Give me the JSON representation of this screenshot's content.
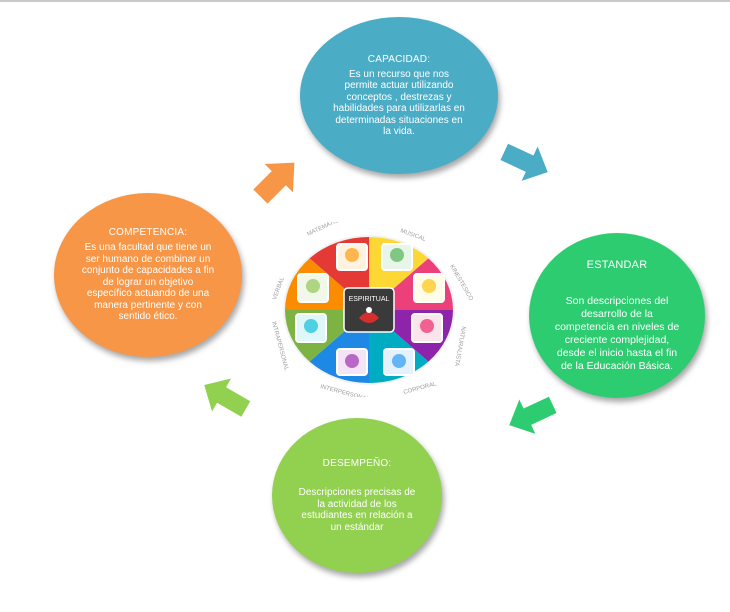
{
  "nodes": {
    "capacidad": {
      "title": "CAPACIDAD:",
      "body": "Es un recurso que nos permite  actuar utilizando conceptos , destrezas  y habilidades para utilizarlas en determinadas situaciones en la vida."
    },
    "competencia": {
      "title": "COMPETENCIA:",
      "body": "Es una facultad que tiene un ser humano de combinar un conjunto de capacidades  a fin de lograr  un objetivo específico actuando de una manera pertinente  y con sentido ético."
    },
    "estandar": {
      "title": "ESTANDAR",
      "body": "Son descripciones del desarrollo de la competencia en niveles de creciente complejidad, desde  el inicio hasta el fin de la Educación Básica."
    },
    "desempeno": {
      "title": "DESEMPEÑO:",
      "body": "Descripciones precisas  de la actividad  de los estudiantes en relación a un estándar"
    }
  },
  "center": {
    "label": "ESPIRITUAL",
    "ring_labels": [
      "VERBAL",
      "MATEMATICA",
      "MUSICAL",
      "KINESTESICO",
      "NATURALISTA",
      "CORPORAL",
      "INTERPERSONAL",
      "INTRAPERSONAL"
    ]
  },
  "colors": {
    "capacidad": "#4bacc6",
    "competencia": "#f79646",
    "estandar": "#2ecc71",
    "desempeno": "#92d050",
    "arrow_orange": "#f79646",
    "arrow_blue": "#4bacc6",
    "arrow_green": "#2ecc71",
    "arrow_light_green": "#92d050"
  }
}
